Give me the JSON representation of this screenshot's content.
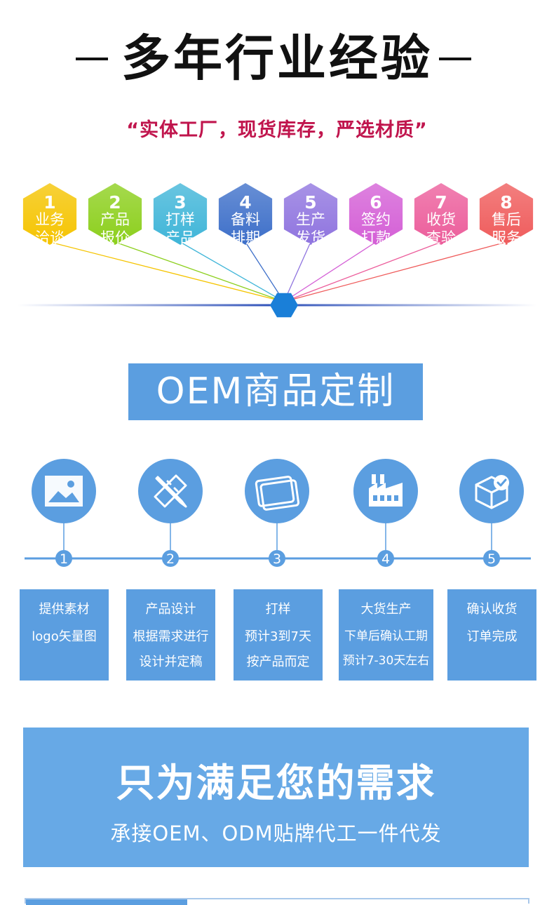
{
  "header": {
    "title": "多年行业经验",
    "subtitle": "“实体工厂，现货库存，严选材质”"
  },
  "process": {
    "steps": [
      {
        "num": "1",
        "line1": "业务",
        "line2": "洽谈",
        "color": "#f5c400"
      },
      {
        "num": "2",
        "line1": "产品",
        "line2": "报价",
        "color": "#8ccf1c"
      },
      {
        "num": "3",
        "line1": "打样",
        "line2": "产品",
        "color": "#3fb5d8"
      },
      {
        "num": "4",
        "line1": "备料",
        "line2": "排期",
        "color": "#3d6fc9"
      },
      {
        "num": "5",
        "line1": "生产",
        "line2": "发货",
        "color": "#8f74df"
      },
      {
        "num": "6",
        "line1": "签约",
        "line2": "打款",
        "color": "#d45fd6"
      },
      {
        "num": "7",
        "line1": "收货",
        "line2": "查验",
        "color": "#ec5d9b"
      },
      {
        "num": "8",
        "line1": "售后",
        "line2": "服务",
        "color": "#ef5b5b"
      }
    ],
    "hub_color": "#1a7fd8"
  },
  "oem": {
    "banner": "OEM商品定制"
  },
  "timeline": {
    "accent": "#5b9ee0",
    "steps": [
      {
        "num": "1",
        "icon": "image-icon",
        "title": "提供素材",
        "lines": [
          "logo矢量图"
        ]
      },
      {
        "num": "2",
        "icon": "design-tools-icon",
        "title": "产品设计",
        "lines": [
          "根据需求进行",
          "设计并定稿"
        ]
      },
      {
        "num": "3",
        "icon": "cards-icon",
        "title": "打样",
        "lines": [
          "预计3到7天",
          "按产品而定"
        ]
      },
      {
        "num": "4",
        "icon": "factory-icon",
        "title": "大货生产",
        "lines": [
          "下单后确认工期",
          "预计7-30天左右"
        ]
      },
      {
        "num": "5",
        "icon": "box-check-icon",
        "title": "确认收货",
        "lines": [
          "订单完成"
        ]
      }
    ]
  },
  "need": {
    "title": "只为满足您的需求",
    "subtitle": "承接OEM、ODM贴牌代工一件代发"
  }
}
